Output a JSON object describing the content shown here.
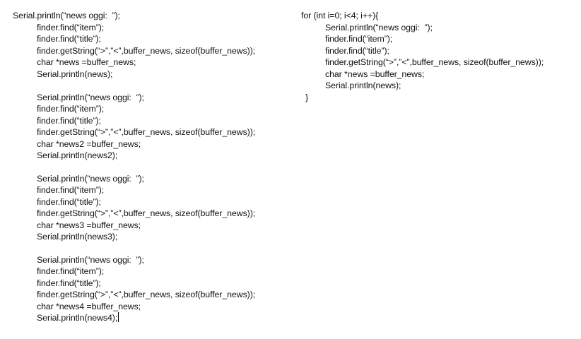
{
  "editor": {
    "left_block": [
      "Serial.println(“news oggi:  ”);",
      "finder.find(“item”);",
      "finder.find(“title”);",
      "finder.getString(“>”,”<”,buffer_news, sizeof(buffer_news));",
      "char *news =buffer_news;",
      "Serial.println(news);",
      "Serial.println(“news oggi:  ”);",
      "finder.find(“item”);",
      "finder.find(“title”);",
      "finder.getString(“>”,”<”,buffer_news, sizeof(buffer_news));",
      "char *news2 =buffer_news;",
      "Serial.println(news2);",
      "Serial.println(“news oggi:  ”);",
      "finder.find(“item”);",
      "finder.find(“title”);",
      "finder.getString(“>”,”<”,buffer_news, sizeof(buffer_news));",
      "char *news3 =buffer_news;",
      "Serial.println(news3);",
      "Serial.println(“news oggi:  ”);",
      "finder.find(“item”);",
      "finder.find(“title”);",
      "finder.getString(“>”,”<”,buffer_news, sizeof(buffer_news));",
      "char *news4 =buffer_news;",
      "Serial.println(news4);"
    ],
    "right_block": [
      "for (int i=0; i<4; i++){",
      "Serial.println(“news oggi:  ”);",
      "finder.find(“item”);",
      "finder.find(“title”);",
      "finder.getString(“>”,”<”,buffer_news, sizeof(buffer_news));",
      "char *news =buffer_news;",
      "Serial.println(news);",
      "}"
    ]
  }
}
